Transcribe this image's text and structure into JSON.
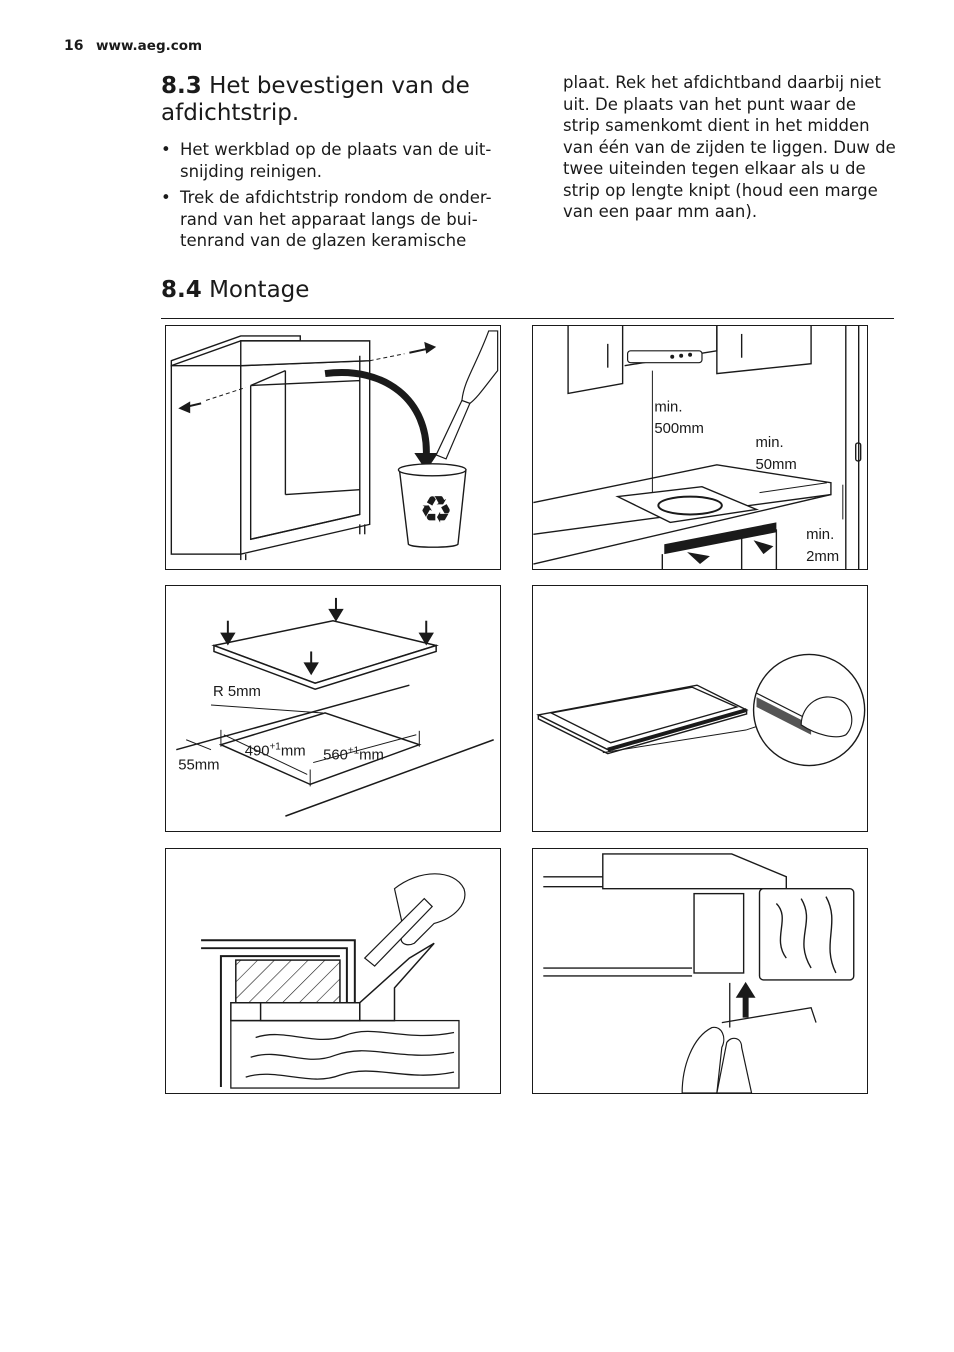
{
  "header": {
    "page_number": "16",
    "website": "www.aeg.com"
  },
  "section_8_3": {
    "number": "8.3",
    "title": "Het bevestigen van de afdichtstrip.",
    "bullets": [
      "Het werkblad op de plaats van de uit-snijding reinigen.",
      "Trek de afdichtstrip rondom de onder-rand van het apparaat langs de bui-tenrand van de glazen keramische"
    ],
    "continuation": "plaat. Rek het afdichtband daarbij niet uit. De plaats van het punt waar de strip samenkomt dient in het midden van één van de zijden te liggen. Duw de twee uiteinden tegen elkaar als u de strip op lengte knipt (houd een marge van een paar mm aan)."
  },
  "section_8_4": {
    "number": "8.4",
    "title": "Montage"
  },
  "figures": {
    "clearance": {
      "min_500": "min.",
      "val_500": "500mm",
      "min_50": "min.",
      "val_50": "50mm",
      "min_2": "min.",
      "val_2": "2mm"
    },
    "cutout": {
      "radius": "R 5mm",
      "depth": "490",
      "depth_tol": "+1",
      "depth_unit": "mm",
      "width": "560",
      "width_tol": "+1",
      "width_unit": "mm",
      "edge": "55mm"
    }
  },
  "icons": [
    "recycle-icon",
    "arrow-icon",
    "hand-icon"
  ]
}
